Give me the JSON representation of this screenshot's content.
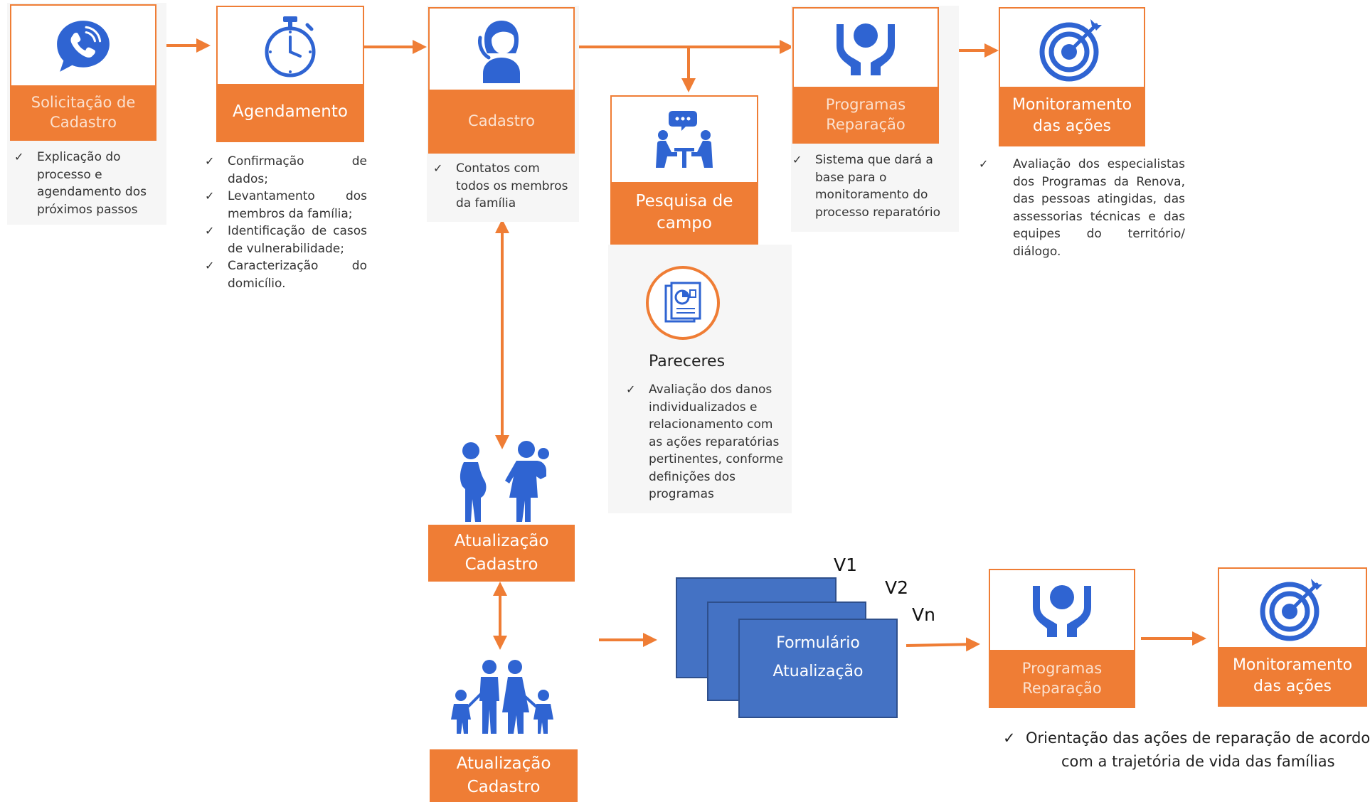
{
  "colors": {
    "orange": "#ef7d35",
    "blue": "#2f64d2",
    "form_blue": "#4472c4"
  },
  "steps": {
    "solicitacao": {
      "label": "Solicitação de\nCadastro",
      "icon": "phone-chat-icon"
    },
    "agendamento": {
      "label": "Agendamento",
      "icon": "stopwatch-icon"
    },
    "cadastro": {
      "label": "Cadastro",
      "icon": "person-phone-icon"
    },
    "pesquisa": {
      "label": "Pesquisa de\ncampo",
      "icon": "field-research-icon"
    },
    "programas": {
      "label": "Programas\nReparação",
      "icon": "hands-icon"
    },
    "monitoramento": {
      "label": "Monitoramento\ndas ações",
      "icon": "target-icon"
    }
  },
  "notes": {
    "solicitacao": [
      "Explicação do processo e agendamento dos próximos passos"
    ],
    "agendamento": [
      "Confirmação de dados;",
      "Levantamento dos membros da família;",
      "Identificação de casos de vulnerabilidade;",
      "Caracterização do domicílio."
    ],
    "cadastro": [
      "Contatos com todos os membros da família"
    ],
    "programas": [
      "Sistema que dará a base para o monitoramento do processo reparatório"
    ],
    "monitoramento": [
      "Avaliação dos especialistas dos Programas da Renova, das pessoas atingidas, das assessorias técnicas e das equipes do território/ diálogo."
    ]
  },
  "pareceres": {
    "title": "Pareceres",
    "icon": "report-document-icon",
    "notes": [
      "Avaliação dos danos individualizados e relacionamento com as ações reparatórias pertinentes, conforme definições dos programas"
    ]
  },
  "atualizacao": {
    "top_label": "Atualização\nCadastro",
    "bottom_label": "Atualização\nCadastro",
    "top_icon": "pregnant-mother-child-icon",
    "bottom_icon": "family-icon"
  },
  "form": {
    "label_line1": "Formulário",
    "label_line2": "Atualização",
    "versions": [
      "V1",
      "V2",
      "Vn"
    ]
  },
  "bottom_programas": {
    "label": "Programas\nReparação",
    "icon": "hands-icon"
  },
  "bottom_monitoramento": {
    "label": "Monitoramento\ndas ações",
    "icon": "target-icon"
  },
  "bottom_note": {
    "line1": "Orientação das ações de reparação de acordo",
    "line2": "com a trajetória de vida das famílias"
  }
}
